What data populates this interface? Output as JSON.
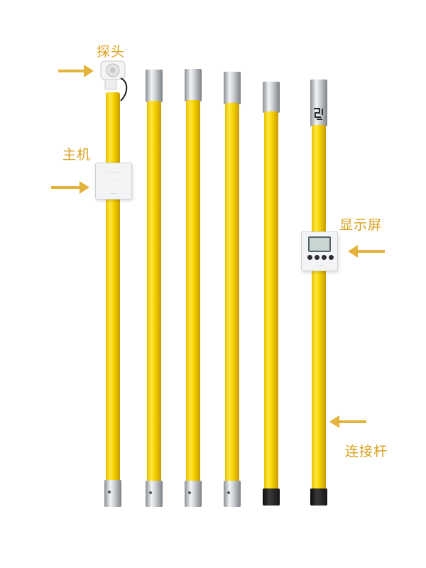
{
  "labels": {
    "probe": "探头",
    "host": "主机",
    "display": "显示屏",
    "rod": "连接杆"
  },
  "colors": {
    "label": "#d9a11f",
    "arrow": "#e4b33b",
    "pole_yellow": "#f5d300",
    "cap_silver": "#c9cdd1",
    "cap_black": "#151515"
  }
}
